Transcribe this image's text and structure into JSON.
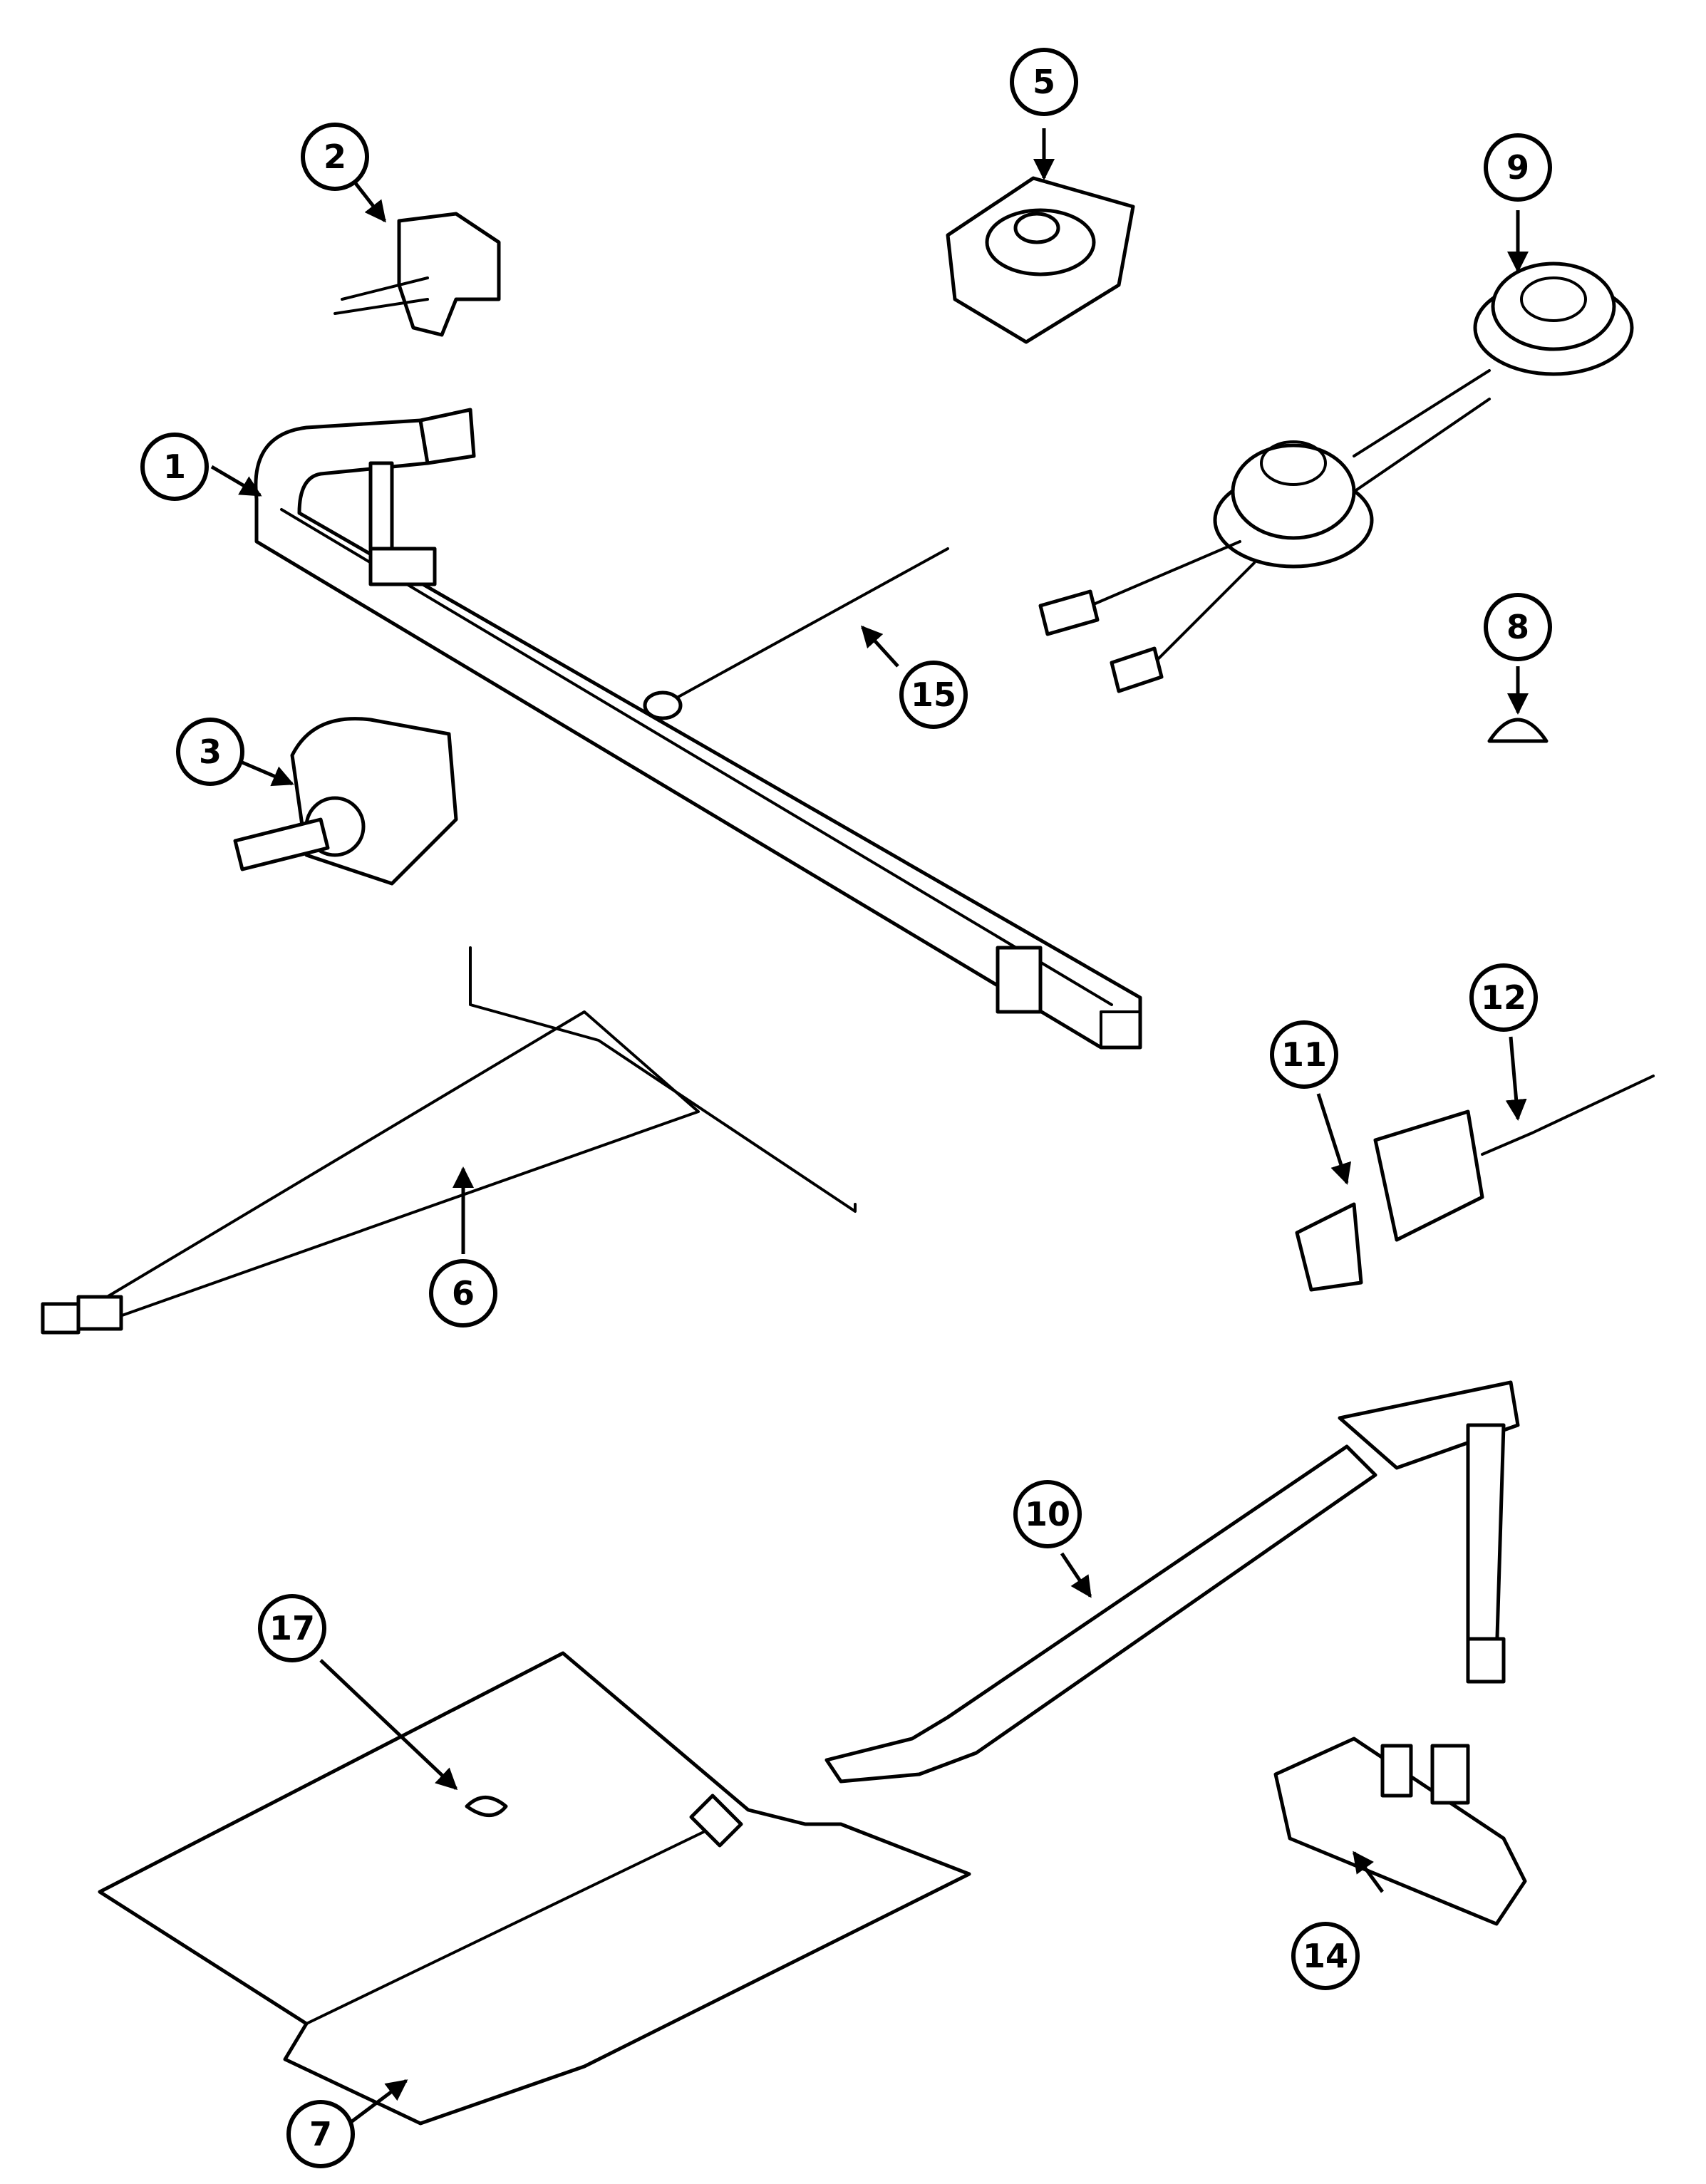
{
  "diagram": {
    "type": "exploded-parts-diagram",
    "callouts": [
      "1",
      "2",
      "3",
      "5",
      "6",
      "7",
      "8",
      "9",
      "10",
      "11",
      "12",
      "14",
      "15",
      "17"
    ]
  }
}
